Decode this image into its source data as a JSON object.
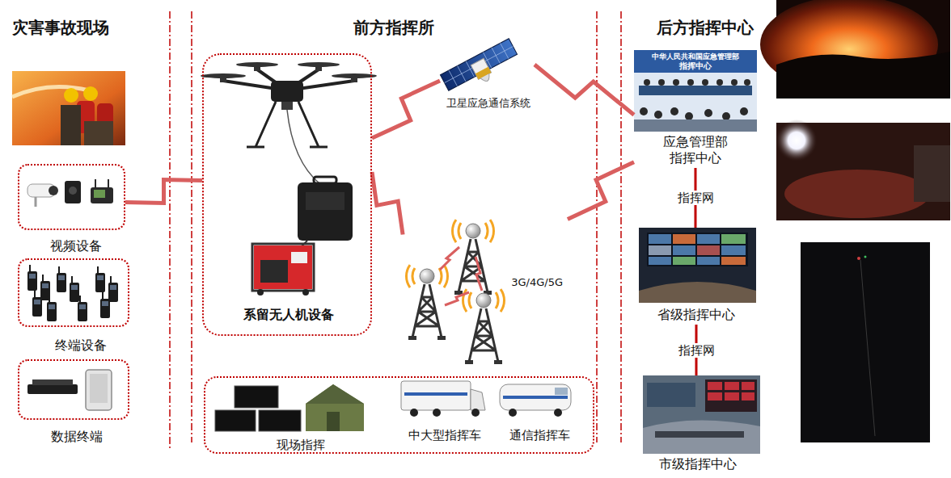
{
  "diagram": {
    "nodes": [
      {
        "text": [
          "视频设备"
        ]
      },
      {
        "text": [
          "终端设备"
        ]
      },
      {
        "text": [
          "数据终端"
        ]
      },
      {
        "text": [
          "系留无人机设备"
        ]
      },
      {
        "text": [
          "卫星应急通信系统"
        ]
      },
      {
        "text": [
          "3G/4G/5G"
        ]
      },
      {
        "text": [
          "现场指挥",
          "中大型指挥车",
          "通信指挥车"
        ]
      },
      {
        "text": [
          "应急管理部 指挥中心"
        ]
      },
      {
        "text": [
          "省级指挥中心"
        ]
      },
      {
        "text": [
          "市级指挥中心"
        ]
      }
    ],
    "edges": [
      {
        "from": 0,
        "to": 3,
        "arrow": "none"
      },
      {
        "from": 3,
        "to": 4,
        "arrow": "none"
      },
      {
        "from": 3,
        "to": 5,
        "arrow": "none"
      },
      {
        "from": 4,
        "to": 7,
        "arrow": "none"
      },
      {
        "from": 5,
        "to": 7,
        "arrow": "none"
      },
      {
        "from": 7,
        "to": 8,
        "label": "指挥网",
        "arrow": "none"
      },
      {
        "from": 8,
        "to": 9,
        "label": "指挥网",
        "arrow": "none"
      }
    ],
    "labels": [
      "灾害事故现场",
      "前方指挥所",
      "后方指挥中心",
      "中华人民共和国应急管理部",
      "指挥中心"
    ]
  }
}
